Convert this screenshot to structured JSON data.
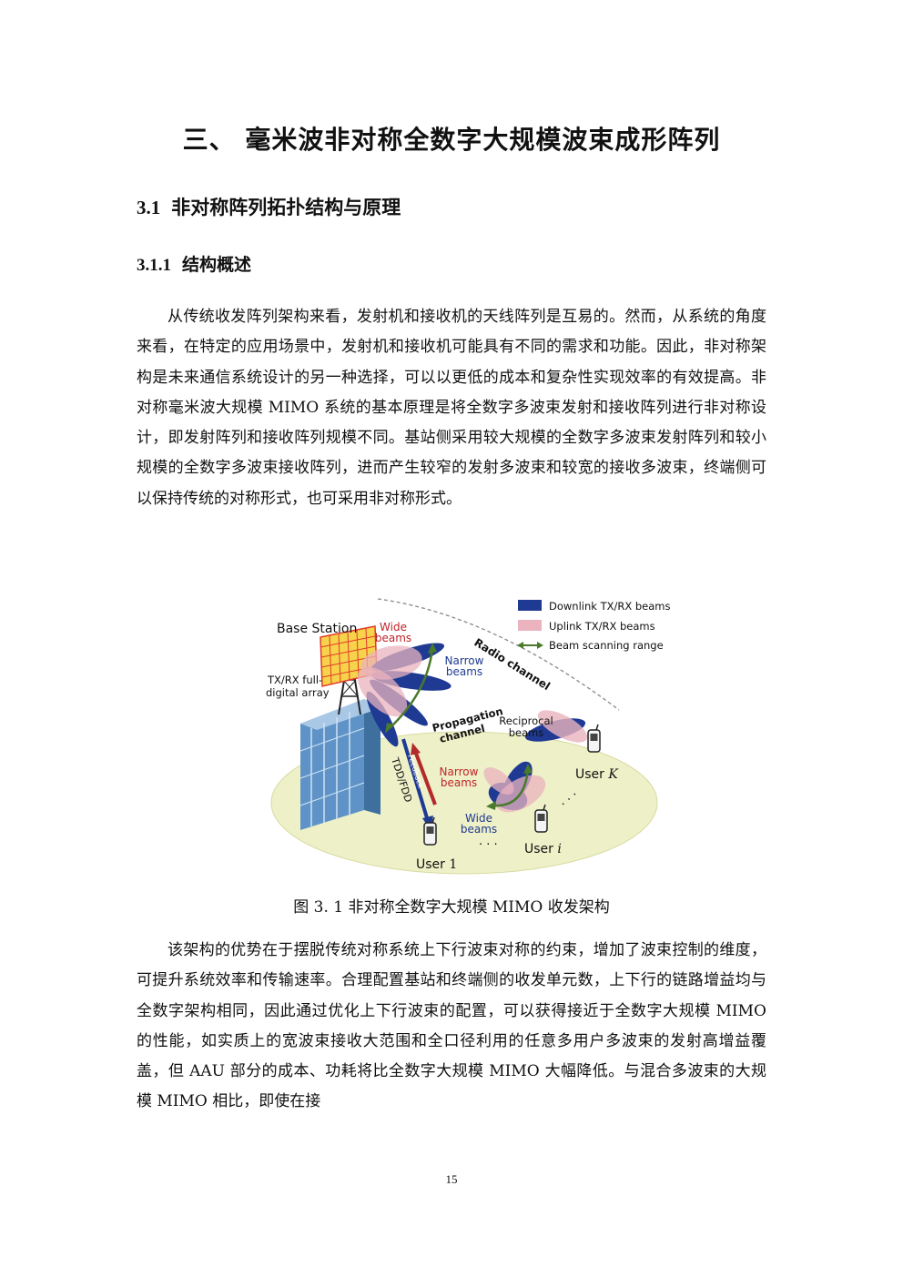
{
  "chapter": {
    "title": "三、 毫米波非对称全数字大规模波束成形阵列"
  },
  "section": {
    "number": "3.1",
    "title": "非对称阵列拓扑结构与原理"
  },
  "subsection": {
    "number": "3.1.1",
    "title": "结构概述"
  },
  "paragraphs": [
    "从传统收发阵列架构来看，发射机和接收机的天线阵列是互易的。然而，从系统的角度来看，在特定的应用场景中，发射机和接收机可能具有不同的需求和功能。因此，非对称架构是未来通信系统设计的另一种选择，可以以更低的成本和复杂性实现效率的有效提高。非对称毫米波大规模 MIMO 系统的基本原理是将全数字多波束发射和接收阵列进行非对称设计，即发射阵列和接收阵列规模不同。基站侧采用较大规模的全数字多波束发射阵列和较小规模的全数字多波束接收阵列，进而产生较窄的发射多波束和较宽的接收多波束，终端侧可以保持传统的对称形式，也可采用非对称形式。",
    "该架构的优势在于摆脱传统对称系统上下行波束对称的约束，增加了波束控制的维度，可提升系统效率和传输速率。合理配置基站和终端侧的收发单元数，上下行的链路增益均与全数字架构相同，因此通过优化上下行波束的配置，可以获得接近于全数字大规模 MIMO 的性能，如实质上的宽波束接收大范围和全口径利用的任意多用户多波束的发射高增益覆盖，但 AAU 部分的成本、功耗将比全数字大规模 MIMO 大幅降低。与混合多波束的大规模 MIMO 相比，即使在接"
  ],
  "figure": {
    "caption": "图 3. 1  非对称全数字大规模 MIMO 收发架构",
    "legend": {
      "downlink": "Downlink TX/RX beams",
      "uplink": "Uplink TX/RX beams",
      "scanning": "Beam scanning range"
    },
    "labels": {
      "base_station": "Base Station",
      "wide_beams_top_1": "Wide",
      "wide_beams_top_2": "beams",
      "narrow_beams_top_1": "Narrow",
      "narrow_beams_top_2": "beams",
      "radio_channel": "Radio channel",
      "array_1": "TX/RX full-",
      "array_2": "digital array",
      "propagation_1": "Propagation",
      "propagation_2": "channel",
      "reciprocal_1": "Reciprocal",
      "reciprocal_2": "beams",
      "narrow_beams_mid_1": "Narrow",
      "narrow_beams_mid_2": "beams",
      "wide_beams_mid_1": "Wide",
      "wide_beams_mid_2": "beams",
      "tdd_fdd": "TDD/FDD",
      "feedback": "Feedback",
      "user_k": "User",
      "user_k_sub": "K",
      "user_1": "User",
      "user_1_sub": "1",
      "user_i": "User",
      "user_i_sub": "i",
      "dots_1": "· · ·",
      "dots_2": "· · ·"
    },
    "colors": {
      "downlink": "#1f3a93",
      "uplink": "#eab3bd",
      "scanning": "#4a7a2c",
      "array": "#e23b2a",
      "ground": "#eef0c8",
      "building": "#5f93c7"
    }
  },
  "page_number": "15"
}
